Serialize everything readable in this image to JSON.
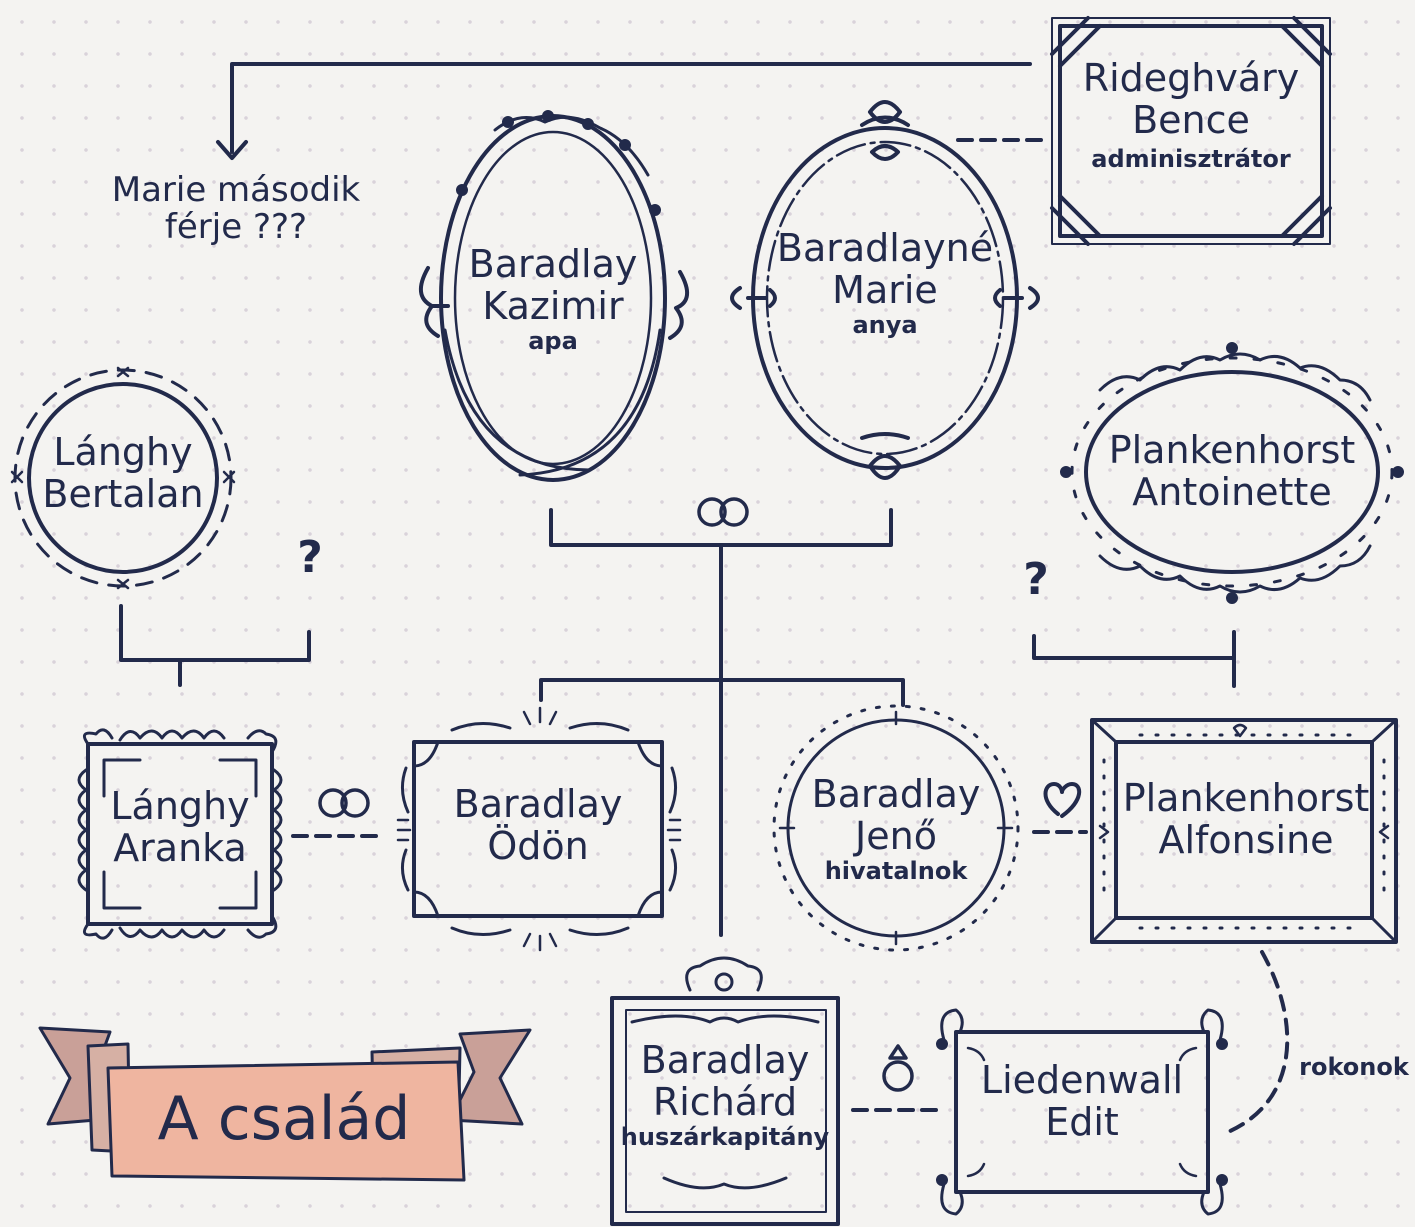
{
  "colors": {
    "ink": "#222a4b",
    "background": "#f4f3f1",
    "banner_front": "#efb5a0",
    "banner_back": "#c9a098",
    "dots": "#d9d2da"
  },
  "title": "A család",
  "people": {
    "rideghvary": {
      "name1": "Rideghváry",
      "name2": "Bence",
      "role": "adminisztrátor"
    },
    "kazimir": {
      "name1": "Baradlay",
      "name2": "Kazimir",
      "role": "apa"
    },
    "marie": {
      "name1": "Baradlayné",
      "name2": "Marie",
      "role": "anya"
    },
    "bertalan": {
      "name1": "Lánghy",
      "name2": "Bertalan"
    },
    "antoinette": {
      "name1": "Plankenhorst",
      "name2": "Antoinette"
    },
    "aranka": {
      "name1": "Lánghy",
      "name2": "Aranka"
    },
    "odon": {
      "name1": "Baradlay",
      "name2": "Ödön"
    },
    "jeno": {
      "name1": "Baradlay",
      "name2": "Jenő",
      "role": "hivatalnok"
    },
    "alfonsine": {
      "name1": "Plankenhorst",
      "name2": "Alfonsine"
    },
    "richard": {
      "name1": "Baradlay",
      "name2": "Richárd",
      "role": "huszárkapitány"
    },
    "edit": {
      "name1": "Liedenwall",
      "name2": "Edit"
    }
  },
  "notes": {
    "second_husband_line1": "Marie második",
    "second_husband_line2": "férje ???",
    "unknown_left": "?",
    "unknown_right": "?",
    "relatives": "rokonok"
  },
  "icons": {
    "marriage_parents": "interlocked-rings-icon",
    "marriage_odon": "interlocked-rings-icon",
    "love_jeno": "heart-icon",
    "engagement_richard": "engagement-ring-icon"
  }
}
